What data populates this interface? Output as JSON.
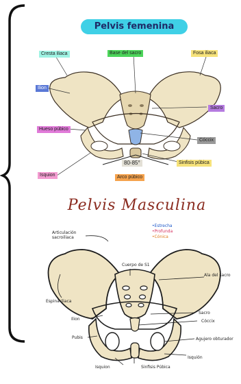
{
  "female": {
    "title": "Pelvis femenina",
    "labels": {
      "cresta": "Cresta iliaca",
      "base": "Base del sacro",
      "fosa": "Fosa iliaca",
      "ilion": "Ilion",
      "sacro": "Sacro",
      "hueso_pubico": "Hueso púbico",
      "coccix": "Cóccix",
      "sinfisis": "Sinfisis púbica",
      "isquion": "Isquion",
      "angle": "80-85°",
      "arco": "Arco púbico"
    }
  },
  "male": {
    "title": "Pelvis Masculina",
    "legend": [
      "•Estrecha",
      "•Profunda",
      "•Cónica"
    ],
    "labels": {
      "articulacion": "Articulación sacroiliaca",
      "cuerpo": "Cuerpo de S1",
      "ala": "Ala del sacro",
      "espina": "Espina iliaca",
      "sacro": "Sacro",
      "ilion": "Ilion",
      "coccix": "Cóccix",
      "pubis": "Pubis",
      "agujero": "Agujero obturador",
      "isquion_left": "Isquion",
      "isquion_right": "Isquión",
      "sinfisis": "Sinfisis Púbica"
    }
  },
  "colors": {
    "bone": "#efe4c4",
    "outline": "#1c1c1c",
    "sacrum_blue": "#8fb4e6",
    "title_bg": "#3fd0e6",
    "male_title": "#8a2b1f"
  }
}
